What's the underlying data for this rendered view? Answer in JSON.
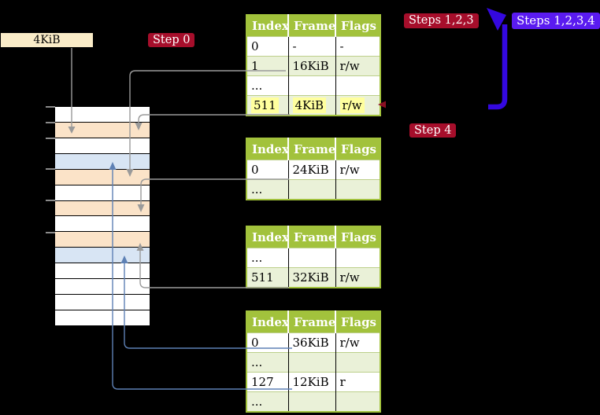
{
  "colors": {
    "bg": "#000000",
    "cream": "#FAECC8",
    "header-green": "#A2C23C",
    "row-green": "#EAF1D8",
    "peach": "#FBE3C8",
    "frame-blue": "#D8E5F4",
    "highlight": "#FFFF9E",
    "crimson": "#A60E2B",
    "violet": "#5A1BF0",
    "arrow-gray": "#9A9A9A",
    "arrow-blue": "#5E81B5",
    "arrow-violet": "#3408DF",
    "marker-red": "#8B1022"
  },
  "labels": {
    "frame_size": "4KiB",
    "step0": "Step 0",
    "steps123": "Steps 1,2,3",
    "steps1234": "Steps 1,2,3,4",
    "step4": "Step 4"
  },
  "tables": [
    {
      "name": "level-4-page-table",
      "headers": [
        "Index",
        "Frame",
        "Flags"
      ],
      "rows": [
        {
          "cells": [
            "0",
            "-",
            "-"
          ]
        },
        {
          "cells": [
            "1",
            "16KiB",
            "r/w"
          ],
          "shade": true
        },
        {
          "cells": [
            "...",
            "",
            ""
          ]
        },
        {
          "cells": [
            "511",
            "4KiB",
            "r/w"
          ],
          "shade": true,
          "highlight": true
        }
      ]
    },
    {
      "name": "level-3-page-table",
      "headers": [
        "Index",
        "Frame",
        "Flags"
      ],
      "rows": [
        {
          "cells": [
            "0",
            "24KiB",
            "r/w"
          ]
        },
        {
          "cells": [
            "...",
            "",
            ""
          ],
          "shade": true
        }
      ]
    },
    {
      "name": "level-2-page-table",
      "headers": [
        "Index",
        "Frame",
        "Flags"
      ],
      "rows": [
        {
          "cells": [
            "...",
            "",
            ""
          ]
        },
        {
          "cells": [
            "511",
            "32KiB",
            "r/w"
          ],
          "shade": true
        }
      ]
    },
    {
      "name": "level-1-page-table",
      "headers": [
        "Index",
        "Frame",
        "Flags"
      ],
      "rows": [
        {
          "cells": [
            "0",
            "36KiB",
            "r/w"
          ]
        },
        {
          "cells": [
            "...",
            "",
            ""
          ],
          "shade": true
        },
        {
          "cells": [
            "127",
            "12KiB",
            "r"
          ]
        },
        {
          "cells": [
            "...",
            "",
            ""
          ],
          "shade": true
        }
      ]
    }
  ],
  "memory": {
    "cells": [
      "white",
      "peach",
      "white",
      "blue",
      "peach",
      "white",
      "peach",
      "white",
      "peach",
      "blue",
      "white",
      "white",
      "white",
      "white"
    ],
    "ticks": [
      0,
      20,
      40,
      79,
      119,
      160
    ]
  }
}
